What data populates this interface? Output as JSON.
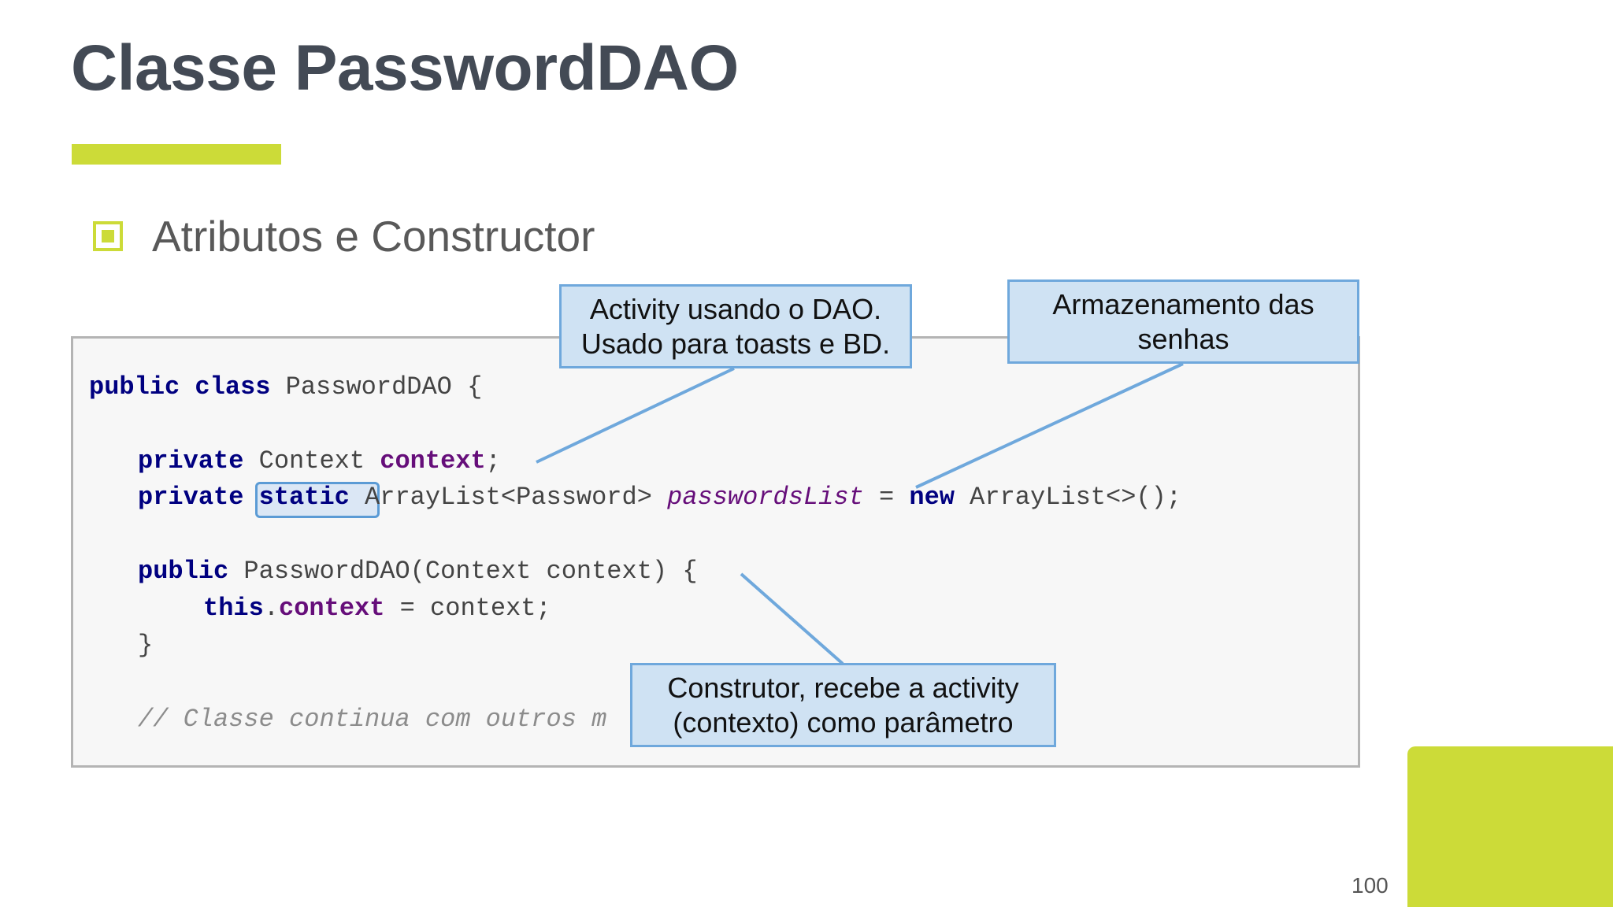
{
  "slide": {
    "title": "Classe PasswordDAO",
    "bullet": "Atributos e Constructor",
    "page_number": "100"
  },
  "code": {
    "line1": {
      "kw1": "public",
      "kw2": "class",
      "rest": " PasswordDAO {"
    },
    "line2": {
      "kw": "private",
      "type": " Context ",
      "field": "context",
      "end": ";"
    },
    "line3": {
      "kw": "private",
      "kw2": "static",
      "type": " ArrayList<Password> ",
      "field": "passwordsList",
      "mid": " = ",
      "kw3": "new",
      "end": " ArrayList<>();"
    },
    "line4": {
      "kw": "public",
      "rest": " PasswordDAO(Context context) {"
    },
    "line5": {
      "kw": "this",
      "dot": ".",
      "field": "context",
      "rest": " = context;"
    },
    "line6": "}",
    "line7": "// Classe continua com outros m"
  },
  "callouts": {
    "activity": {
      "line1": "Activity usando o DAO.",
      "line2": "Usado para toasts e BD."
    },
    "storage": {
      "line1": "Armazenamento das",
      "line2": "senhas"
    },
    "constructor": {
      "line1": "Construtor, recebe a activity",
      "line2": "(contexto) como parâmetro"
    }
  },
  "colors": {
    "title": "#434a55",
    "accent": "#ccdb38",
    "callout_fill": "#cfe2f3",
    "callout_border": "#6fa8dc",
    "keyword": "#000080",
    "field": "#660e7a"
  }
}
